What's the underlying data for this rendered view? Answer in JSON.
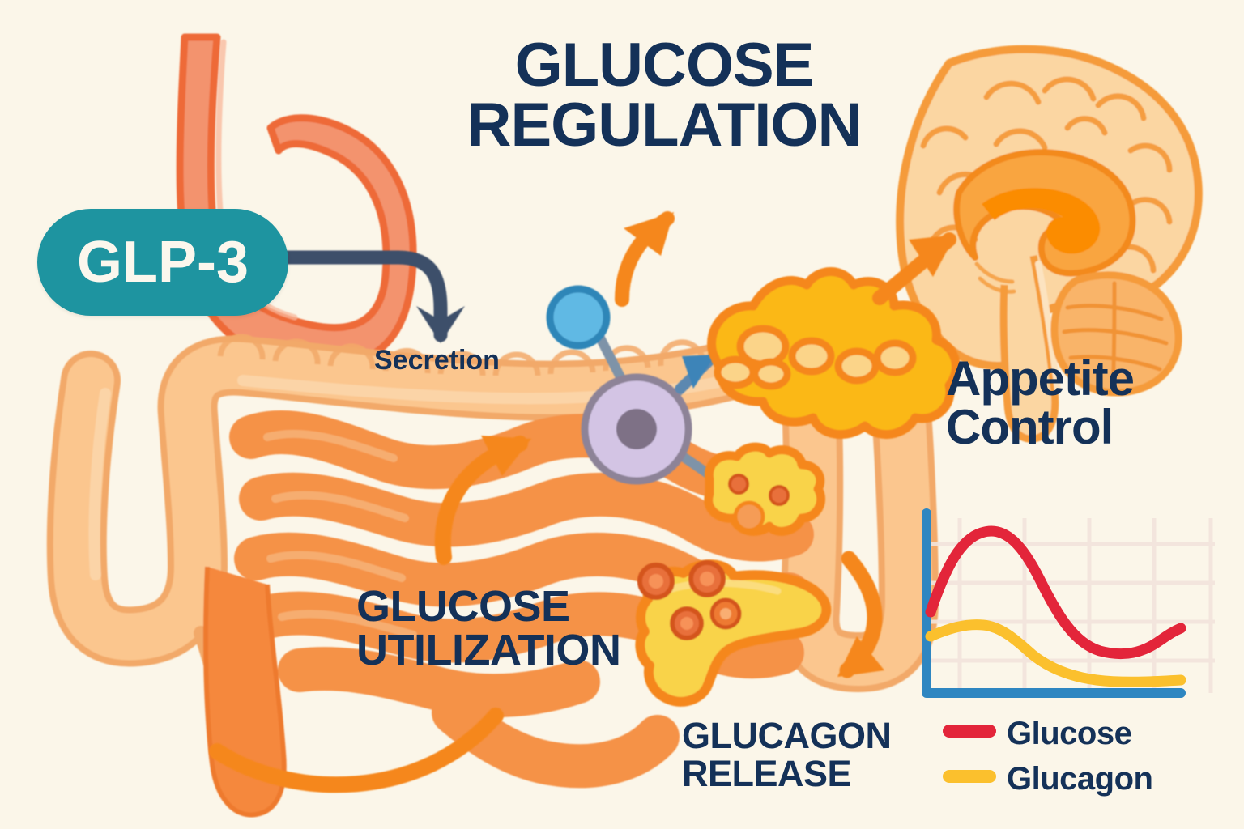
{
  "page": {
    "background_color": "#FBF6E9",
    "title_color": "#143158",
    "accent_orange": "#F5871F",
    "teal": "#1E94A0"
  },
  "title": {
    "line1": "GLUCOSE",
    "line2": "REGULATION"
  },
  "badges": {
    "glp": "GLP-3"
  },
  "labels": {
    "secretion": "Secretion",
    "appetite_line1": "Appetite",
    "appetite_line2": "Control",
    "glucose_utilization_line1": "GLUCOSE",
    "glucose_utilization_line2": "UTILIZATION",
    "glucagon_release_line1": "GLUCAGON",
    "glucagon_release_line2": "RELEASE"
  },
  "chart_data": {
    "type": "line",
    "title": "",
    "xlabel": "",
    "ylabel": "",
    "grid": true,
    "legend_position": "bottom-left",
    "axis_color": "#2E86C1",
    "grid_color": "#F2E4DC",
    "x": [
      0,
      1,
      2,
      3,
      4,
      5,
      6,
      7,
      8,
      9,
      10
    ],
    "series": [
      {
        "name": "Glucose",
        "color": "#E3253A",
        "values": [
          28,
          62,
          84,
          88,
          80,
          58,
          36,
          26,
          24,
          27,
          34
        ]
      },
      {
        "name": "Glucagon",
        "color": "#FBC02D",
        "values": [
          24,
          30,
          33,
          32,
          26,
          18,
          12,
          9,
          8,
          7,
          7
        ]
      }
    ],
    "ylim": [
      0,
      100
    ],
    "xlim": [
      0,
      10
    ]
  },
  "legend": [
    {
      "label": "Glucose",
      "color": "#E3253A"
    },
    {
      "label": "Glucagon",
      "color": "#FBC02D"
    }
  ],
  "illustrations": [
    {
      "name": "stomach-esophagus",
      "color": "#F3936E"
    },
    {
      "name": "intestines",
      "color": "#F5A45C"
    },
    {
      "name": "brain",
      "color": "#FBCF92"
    },
    {
      "name": "pancreas",
      "color": "#F9C932"
    },
    {
      "name": "liver-organ",
      "color": "#FBB818"
    },
    {
      "name": "cell-receptor",
      "color": "#CFC0E0"
    },
    {
      "name": "ligand-circle",
      "color": "#61B9E4"
    }
  ],
  "arrows": [
    {
      "name": "secretion-arrow",
      "color": "#3D506B"
    },
    {
      "name": "cell-binding-arrow",
      "color": "#5C7FA3"
    },
    {
      "name": "glucose-regulation-arrow",
      "color": "#F5871F"
    },
    {
      "name": "brain-arrow",
      "color": "#F5871F"
    },
    {
      "name": "utilization-arrow",
      "color": "#F5871F"
    },
    {
      "name": "glucagon-arrow",
      "color": "#F5871F"
    },
    {
      "name": "bottom-sweep-arc",
      "color": "#F5871F"
    }
  ]
}
